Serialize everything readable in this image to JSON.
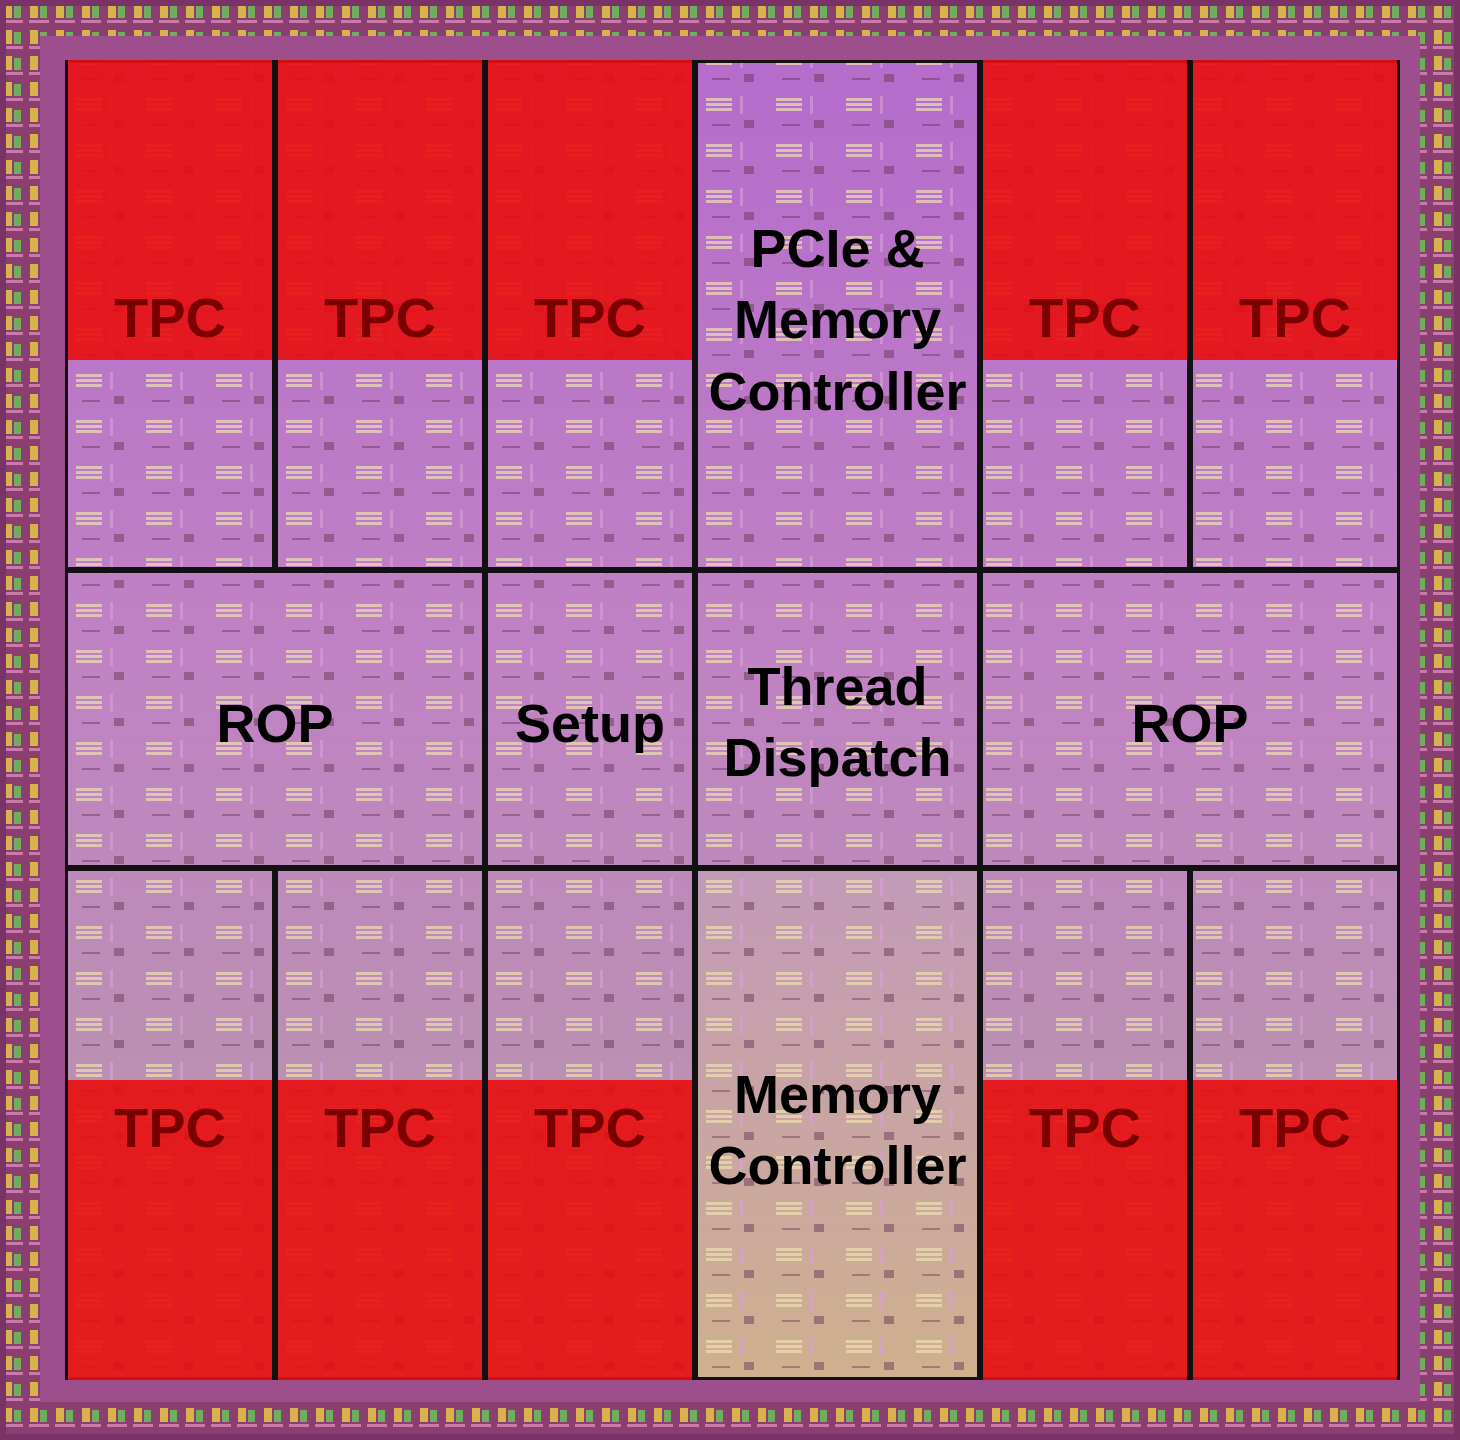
{
  "diagram": {
    "nodes": [
      {
        "text": [
          "TPC"
        ]
      },
      {
        "text": [
          "TPC"
        ]
      },
      {
        "text": [
          "TPC"
        ]
      },
      {
        "text": [
          "PCIe & Memory Controller"
        ]
      },
      {
        "text": [
          "TPC"
        ]
      },
      {
        "text": [
          "TPC"
        ]
      },
      {
        "text": [
          "ROP"
        ]
      },
      {
        "text": [
          "Setup"
        ]
      },
      {
        "text": [
          "Thread Dispatch"
        ]
      },
      {
        "text": [
          "ROP"
        ]
      },
      {
        "text": [
          "TPC"
        ]
      },
      {
        "text": [
          "TPC"
        ]
      },
      {
        "text": [
          "TPC"
        ]
      },
      {
        "text": [
          "Memory Controller"
        ]
      },
      {
        "text": [
          "TPC"
        ]
      },
      {
        "text": [
          "TPC"
        ]
      }
    ]
  }
}
